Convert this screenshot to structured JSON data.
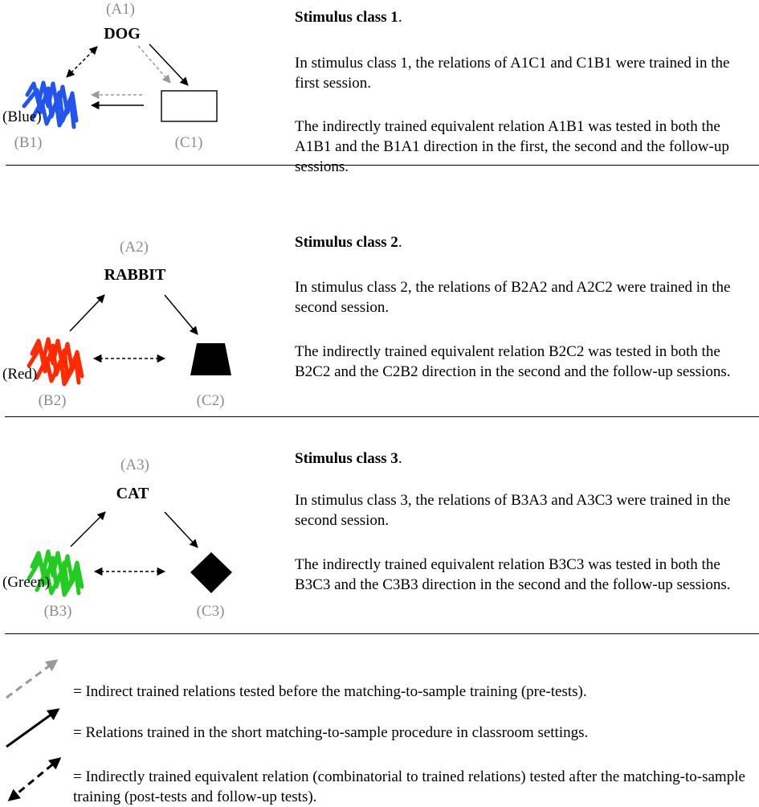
{
  "classes": [
    {
      "labels": {
        "a": "(A1)",
        "b": "(B1)",
        "c": "(C1)",
        "word": "DOG",
        "color_name": "(Blue)"
      },
      "scribble_color": "#2255ee",
      "title": "Stimulus class 1",
      "p1": "In stimulus class 1, the relations of A1C1 and C1B1 were trained in the first session.",
      "p2": "The indirectly trained equivalent relation A1B1 was tested in both the A1B1 and the B1A1 direction in the first, the second and the follow-up sessions."
    },
    {
      "labels": {
        "a": "(A2)",
        "b": "(B2)",
        "c": "(C2)",
        "word": "RABBIT",
        "color_name": "(Red)"
      },
      "scribble_color": "#ff2a00",
      "title": "Stimulus class 2",
      "p1": "In stimulus class 2, the relations of B2A2 and A2C2 were trained in the second session.",
      "p2": "The indirectly trained equivalent relation B2C2 was tested in both the B2C2 and the C2B2 direction in the second and the follow-up sessions."
    },
    {
      "labels": {
        "a": "(A3)",
        "b": "(B3)",
        "c": "(C3)",
        "word": "CAT",
        "color_name": "(Green)"
      },
      "scribble_color": "#22cc22",
      "title": "Stimulus class 3",
      "p1": "In stimulus class 3, the relations of B3A3 and A3C3 were trained in the second session.",
      "p2": "The indirectly trained equivalent relation B3C3 was tested in both the B3C3 and the C3B3 direction in the second and the follow-up sessions."
    }
  ],
  "legend": [
    {
      "icon": "gray-dashed-arrow-icon",
      "text": "= Indirect trained relations tested before the matching-to-sample training (pre-tests)."
    },
    {
      "icon": "black-solid-arrow-icon",
      "text": "= Relations trained in the short matching-to-sample procedure in classroom settings."
    },
    {
      "icon": "black-dashed-double-arrow-icon",
      "text": "= Indirectly trained equivalent relation (combinatorial to trained relations) tested after the matching-to-sample training (post-tests and follow-up tests)."
    }
  ],
  "colors": {
    "gray_label": "#8c8c8c",
    "gray_arrow": "#9a9a9a",
    "shape_fill": "#000000"
  }
}
